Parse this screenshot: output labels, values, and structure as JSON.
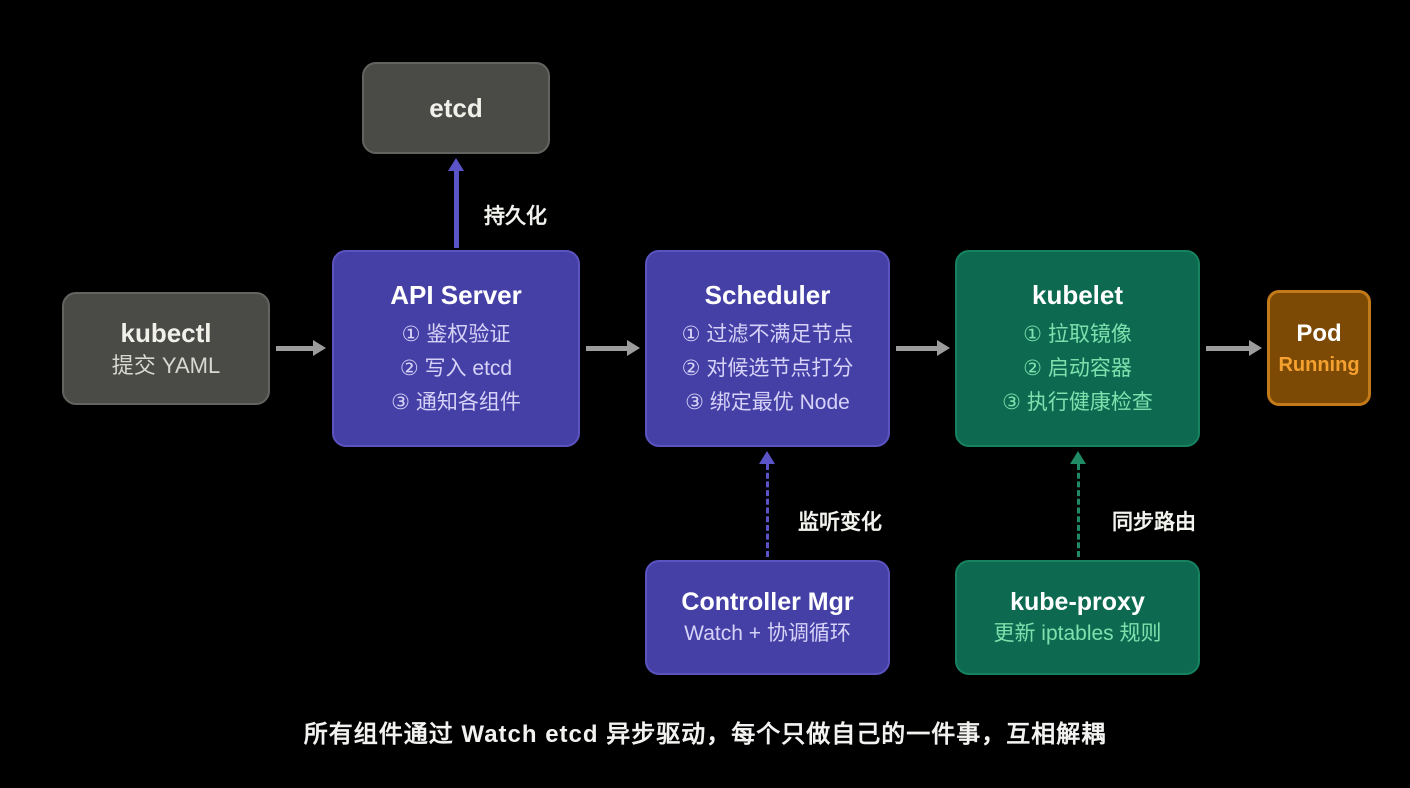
{
  "diagram": {
    "caption": "所有组件通过 Watch etcd 异步驱动，每个只做自己的一件事，互相解耦",
    "nodes": {
      "etcd": {
        "title": "etcd"
      },
      "kubectl": {
        "title": "kubectl",
        "subtitle": "提交 YAML"
      },
      "api_server": {
        "title": "API Server",
        "items": [
          "① 鉴权验证",
          "② 写入 etcd",
          "③ 通知各组件"
        ]
      },
      "scheduler": {
        "title": "Scheduler",
        "items": [
          "① 过滤不满足节点",
          "② 对候选节点打分",
          "③ 绑定最优 Node"
        ]
      },
      "kubelet": {
        "title": "kubelet",
        "items": [
          "① 拉取镜像",
          "② 启动容器",
          "③ 执行健康检查"
        ]
      },
      "pod": {
        "title": "Pod",
        "status": "Running"
      },
      "controller_mgr": {
        "title": "Controller Mgr",
        "subtitle": "Watch + 协调循环"
      },
      "kube_proxy": {
        "title": "kube-proxy",
        "subtitle": "更新 iptables 规则"
      }
    },
    "edge_labels": {
      "persist": "持久化",
      "watch": "监听变化",
      "sync": "同步路由"
    },
    "colors": {
      "background": "#000000",
      "gray_node": "#4a4a47",
      "purple_node": "#4540a6",
      "teal_node": "#0d6a50",
      "pod_fill": "#7d4a05",
      "pod_border": "#c27a1a",
      "pod_status_text": "#f5a130",
      "arrow_gray": "#9c9c9c",
      "arrow_purple": "#5b54c8",
      "arrow_teal": "#1f8a63",
      "purple_item_text": "#d6d2f8",
      "teal_item_text": "#7fe0ae"
    }
  }
}
